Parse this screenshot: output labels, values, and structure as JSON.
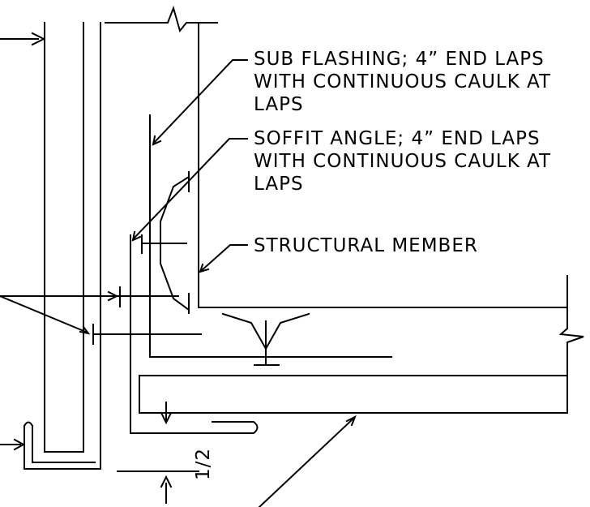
{
  "diagram": {
    "labels": {
      "sub_flashing": [
        "SUB FLASHING; 4” END LAPS",
        "WITH CONTINUOUS CAULK AT",
        "LAPS"
      ],
      "soffit_angle": [
        "SOFFIT ANGLE; 4” END LAPS",
        "WITH CONTINUOUS CAULK AT",
        "LAPS"
      ],
      "structural_member": "STRUCTURAL MEMBER",
      "gap_dimension": "1/2"
    },
    "colors": {
      "line": "#000000",
      "background": "#ffffff"
    }
  }
}
